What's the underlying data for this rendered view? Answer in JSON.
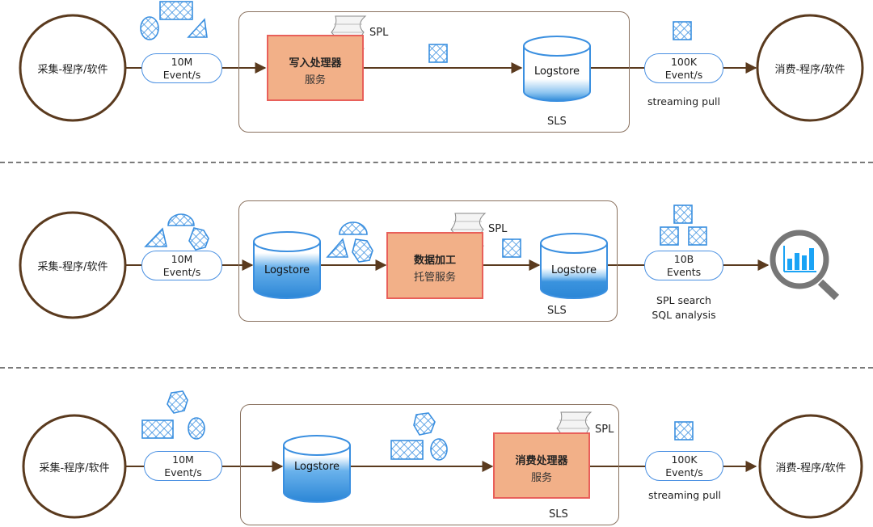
{
  "colors": {
    "brown": "#5a3a1e",
    "blue": "#3a8fe0",
    "processor_fill": "#f2b088",
    "processor_border": "#e8605a",
    "box_border": "#8a7260",
    "divider": "#7a7a7a",
    "magnifier": "#777777",
    "chart_bars": "#1aa3f5"
  },
  "rows": [
    {
      "source": "采集-程序/软件",
      "source_rate": {
        "line1": "10M",
        "line2": "Event/s"
      },
      "processor": {
        "title": "写入处理器",
        "subtitle": "服务"
      },
      "spl": "SPL",
      "store": "Logstore",
      "platform": "SLS",
      "consumer_rate": {
        "line1": "100K",
        "line2": "Event/s"
      },
      "consumer_note": "streaming pull",
      "consumer": "消费-程序/软件"
    },
    {
      "source": "采集-程序/软件",
      "source_rate": {
        "line1": "10M",
        "line2": "Event/s"
      },
      "store_in": "Logstore",
      "processor": {
        "title": "数据加工",
        "subtitle": "托管服务"
      },
      "spl": "SPL",
      "store_out": "Logstore",
      "platform": "SLS",
      "consumer_rate": {
        "line1": "10B",
        "line2": "Events"
      },
      "consumer_note": {
        "line1": "SPL search",
        "line2": "SQL analysis"
      },
      "consumer_icon": "magnifier-chart-icon"
    },
    {
      "source": "采集-程序/软件",
      "source_rate": {
        "line1": "10M",
        "line2": "Event/s"
      },
      "store": "Logstore",
      "processor": {
        "title": "消费处理器",
        "subtitle": "服务"
      },
      "spl": "SPL",
      "platform": "SLS",
      "consumer_rate": {
        "line1": "100K",
        "line2": "Event/s"
      },
      "consumer_note": "streaming pull",
      "consumer": "消费-程序/软件"
    }
  ]
}
